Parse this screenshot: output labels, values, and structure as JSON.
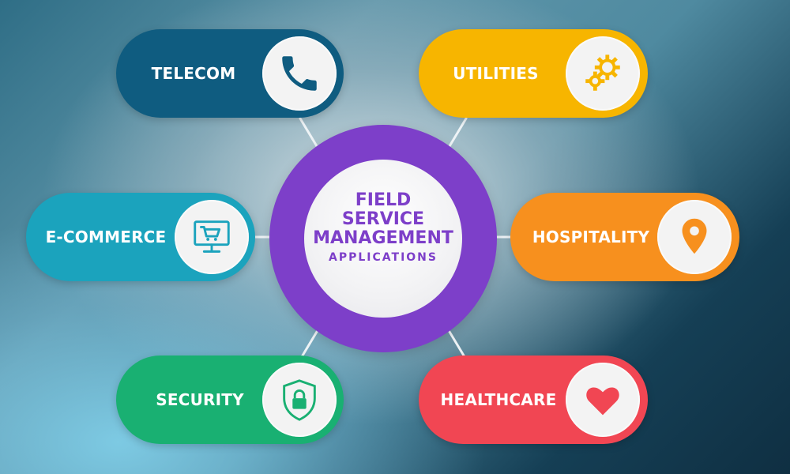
{
  "hub": {
    "title_lines": [
      "FIELD",
      "SERVICE",
      "MANAGEMENT"
    ],
    "subtitle": "APPLICATIONS",
    "ring_color": "#7d3fc9"
  },
  "nodes": [
    {
      "label": "TELECOM",
      "icon": "phone-icon",
      "color": "#0f5c80"
    },
    {
      "label": "UTILITIES",
      "icon": "gears-icon",
      "color": "#f7b500"
    },
    {
      "label": "E-COMMERCE",
      "icon": "shopping-cart-monitor-icon",
      "color": "#1ba3bd"
    },
    {
      "label": "HOSPITALITY",
      "icon": "location-pin-icon",
      "color": "#f7901e"
    },
    {
      "label": "SECURITY",
      "icon": "shield-lock-icon",
      "color": "#19b072"
    },
    {
      "label": "HEALTHCARE",
      "icon": "heart-icon",
      "color": "#f14653"
    }
  ]
}
